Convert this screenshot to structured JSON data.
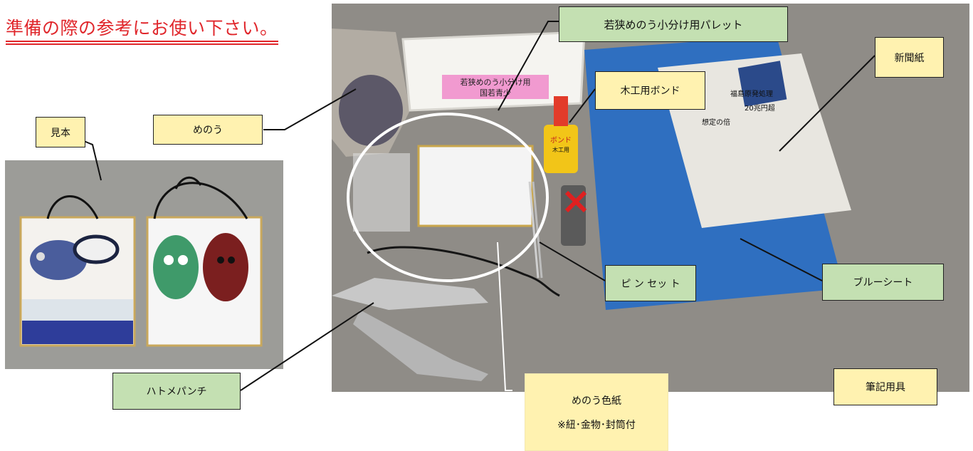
{
  "heading": "準備の際の参考にお使い下さい。",
  "labels": {
    "sample": "見本",
    "agate": "めのう",
    "palette": "若狭めのう小分け用パレット",
    "bond": "木工用ボンド",
    "newspaper": "新聞紙",
    "tweezers": "ピ ン セッ ト",
    "blue_sheet": "ブルーシート",
    "punch": "ハトメパンチ",
    "shikishi_title": "めのう色紙",
    "shikishi_note": "※紐･金物･封筒付",
    "writing_tools": "筆記用具"
  },
  "tray_sticker": {
    "line1": "若狭めのう小分け用",
    "line2": "国若青少"
  },
  "bond_label": {
    "brand": "ボンド",
    "sub": "木工用"
  },
  "newspaper_print": {
    "headline": "福島原発処理",
    "figure": "20兆円超",
    "sub": "想定の倍"
  },
  "colors": {
    "heading": "#e0262b",
    "yellow_label": "#fff2b0",
    "green_label": "#c4e0b2",
    "blue_sheet": "#2f6fc0",
    "cross": "#e02020"
  }
}
